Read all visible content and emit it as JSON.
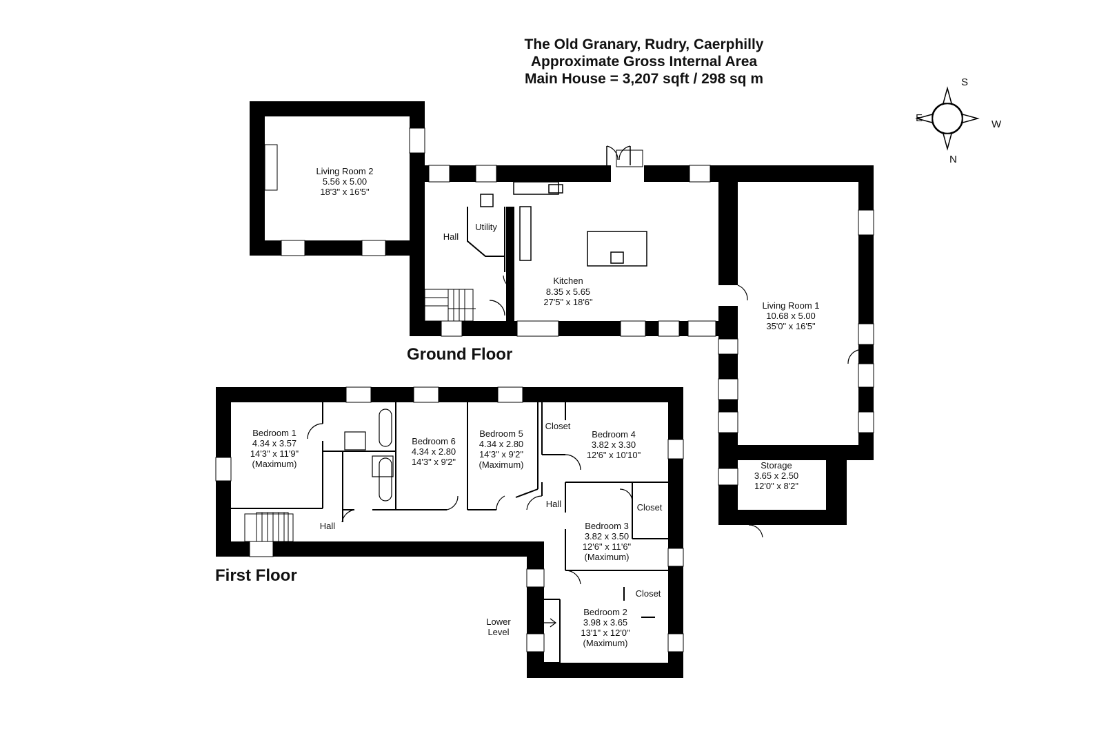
{
  "header": {
    "line1": "The Old Granary, Rudry, Caerphilly",
    "line2": "Approximate Gross Internal Area",
    "line3": "Main House =  3,207 sqft / 298 sq m"
  },
  "compass": {
    "s": "S",
    "e": "E",
    "w": "W",
    "n": "N"
  },
  "ground_floor": {
    "label": "Ground Floor",
    "living_room_2": {
      "name": "Living Room 2",
      "metric": "5.56 x 5.00",
      "imperial": "18'3\" x 16'5\""
    },
    "hall": {
      "name": "Hall"
    },
    "utility": {
      "name": "Utility"
    },
    "kitchen": {
      "name": "Kitchen",
      "metric": "8.35 x 5.65",
      "imperial": "27'5\" x 18'6\""
    },
    "living_room_1": {
      "name": "Living Room 1",
      "metric": "10.68 x 5.00",
      "imperial": "35'0\" x 16'5\""
    },
    "storage": {
      "name": "Storage",
      "metric": "3.65 x 2.50",
      "imperial": "12'0\" x 8'2\""
    }
  },
  "first_floor": {
    "label": "First Floor",
    "bedroom_1": {
      "name": "Bedroom 1",
      "metric": "4.34 x 3.57",
      "imperial": "14'3\" x 11'9\"",
      "note": "(Maximum)"
    },
    "bedroom_6": {
      "name": "Bedroom 6",
      "metric": "4.34 x 2.80",
      "imperial": "14'3\" x 9'2\""
    },
    "bedroom_5": {
      "name": "Bedroom 5",
      "metric": "4.34 x 2.80",
      "imperial": "14'3\" x 9'2\"",
      "note": "(Maximum)"
    },
    "closet_a": {
      "name": "Closet"
    },
    "bedroom_4": {
      "name": "Bedroom 4",
      "metric": "3.82 x 3.30",
      "imperial": "12'6\" x 10'10\""
    },
    "hall_left": {
      "name": "Hall"
    },
    "hall_right": {
      "name": "Hall"
    },
    "closet_b": {
      "name": "Closet"
    },
    "bedroom_3": {
      "name": "Bedroom 3",
      "metric": "3.82 x 3.50",
      "imperial": "12'6\" x 11'6\"",
      "note": "(Maximum)"
    },
    "closet_c": {
      "name": "Closet"
    },
    "bedroom_2": {
      "name": "Bedroom 2",
      "metric": "3.98 x 3.65",
      "imperial": "13'1\" x 12'0\"",
      "note": "(Maximum)"
    },
    "lower_level": {
      "line1": "Lower",
      "line2": "Level"
    }
  }
}
